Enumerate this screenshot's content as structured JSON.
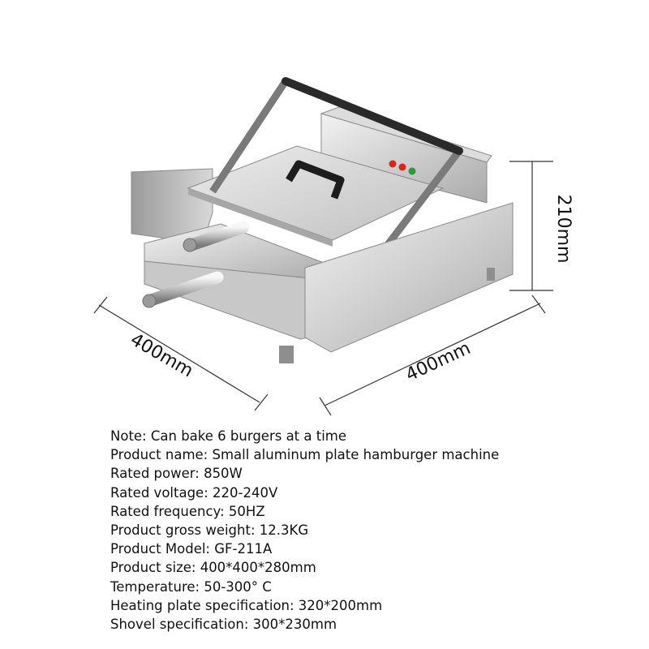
{
  "dimensions": {
    "height": "210mm",
    "width_left": "400mm",
    "width_right": "400mm"
  },
  "indicator_colors": [
    "#d9241f",
    "#d9241f",
    "#2f9a3a"
  ],
  "specs": [
    "Note: Can bake 6 burgers at a time",
    "Product name: Small aluminum plate hamburger machine",
    "Rated power: 850W",
    "Rated voltage: 220-240V",
    "Rated frequency: 50HZ",
    "Product gross weight: 12.3KG",
    "Product Model: GF-211A",
    "Product size: 400*400*280mm",
    "Temperature: 50-300° C",
    "Heating plate specification: 320*200mm",
    "Shovel specification: 300*230mm"
  ]
}
